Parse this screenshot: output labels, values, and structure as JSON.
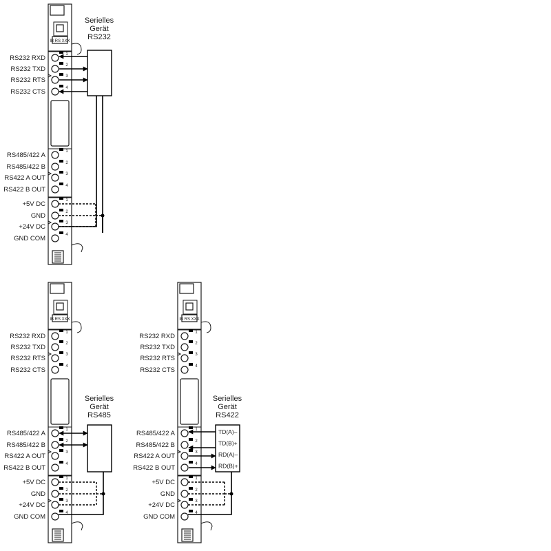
{
  "module": {
    "id_label": "IB RS XXX",
    "groups": [
      {
        "name": "rs232",
        "labels": [
          "RS232 RXD",
          "RS232 TXD",
          "RS232 RTS",
          "RS232 CTS"
        ]
      },
      {
        "name": "rs485",
        "labels": [
          "RS485/422 A",
          "RS485/422 B",
          "RS422 A OUT",
          "RS422 B OUT"
        ]
      },
      {
        "name": "power",
        "labels": [
          "+5V DC",
          "GND",
          "+24V DC",
          "GND COM"
        ]
      }
    ],
    "pin_numbers": [
      "1",
      "2",
      "3",
      "4"
    ]
  },
  "diagrams": [
    {
      "name": "rs232",
      "device_lines": [
        "Serielles",
        "Gerät",
        "RS232"
      ],
      "device_signals": []
    },
    {
      "name": "rs485",
      "device_lines": [
        "Serielles",
        "Gerät",
        "RS485"
      ],
      "device_signals": []
    },
    {
      "name": "rs422",
      "device_lines": [
        "Serielles",
        "Gerät",
        "RS422"
      ],
      "device_signals": [
        "TD(A)–",
        "TD(B)+",
        "RD(A)–",
        "RD(B)+"
      ]
    }
  ]
}
